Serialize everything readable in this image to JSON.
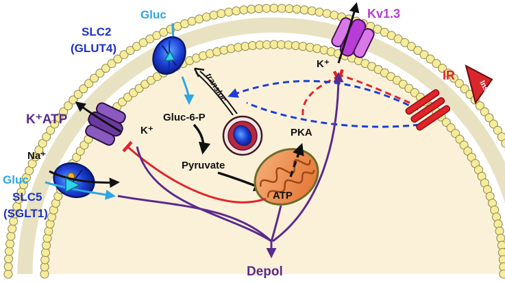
{
  "labels": {
    "gluc_top": "Gluc",
    "slc2": "SLC2",
    "glut4": "(GLUT4)",
    "k_atp_channel": "K⁺ATP",
    "k_plus_left": "K⁺",
    "na_plus": "Na⁺",
    "gluc_left": "Gluc",
    "slc5": "SLC5",
    "sglt1": "(SGLT1)",
    "gluc6p": "Gluc-6-P",
    "pyruvate": "Pyruvate",
    "atp": "ATP",
    "pka": "PKA",
    "k_plus_right": "K⁺",
    "kv13": "Kv1.3",
    "ir": "IR",
    "ins": "Ins",
    "transloc": "transloc.",
    "depol": "Depol"
  },
  "colors": {
    "membrane_head": "#f6ec9a",
    "cytoplasm": "#fbf1d9",
    "transporter_blue": "#1d3fd6",
    "channel_purple": "#6a3aa0",
    "kv_magenta": "#b83dd6",
    "inhibit_red": "#e0242a",
    "arrow_blue": "#1b3ed8",
    "depol_purple": "#5b2a8c",
    "mito_orange": "#f08a45",
    "ins_red": "#d9272e"
  }
}
